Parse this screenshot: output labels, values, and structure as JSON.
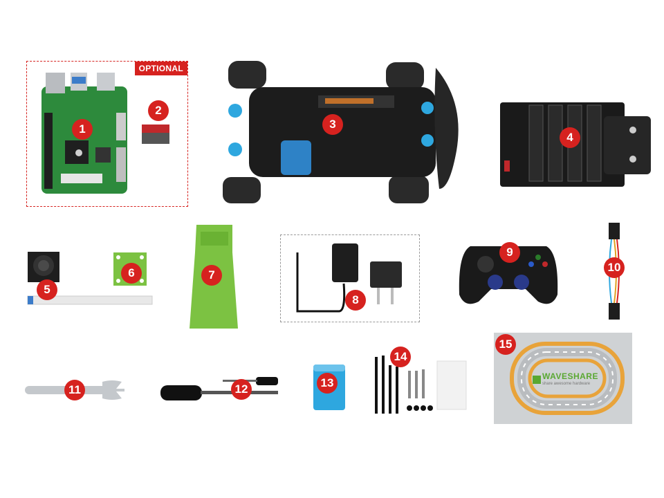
{
  "optional_label": "OPTIONAL",
  "badges": [
    "1",
    "2",
    "3",
    "4",
    "5",
    "6",
    "7",
    "8",
    "9",
    "10",
    "11",
    "12",
    "13",
    "14",
    "15"
  ],
  "mat_brand": "WAVESHARE",
  "mat_tagline": "share awesome hardware",
  "colors": {
    "badge": "#d6221f",
    "green_mount": "#7cc242",
    "blue_part": "#2ea7df",
    "pcb_green": "#2d8a3c"
  }
}
